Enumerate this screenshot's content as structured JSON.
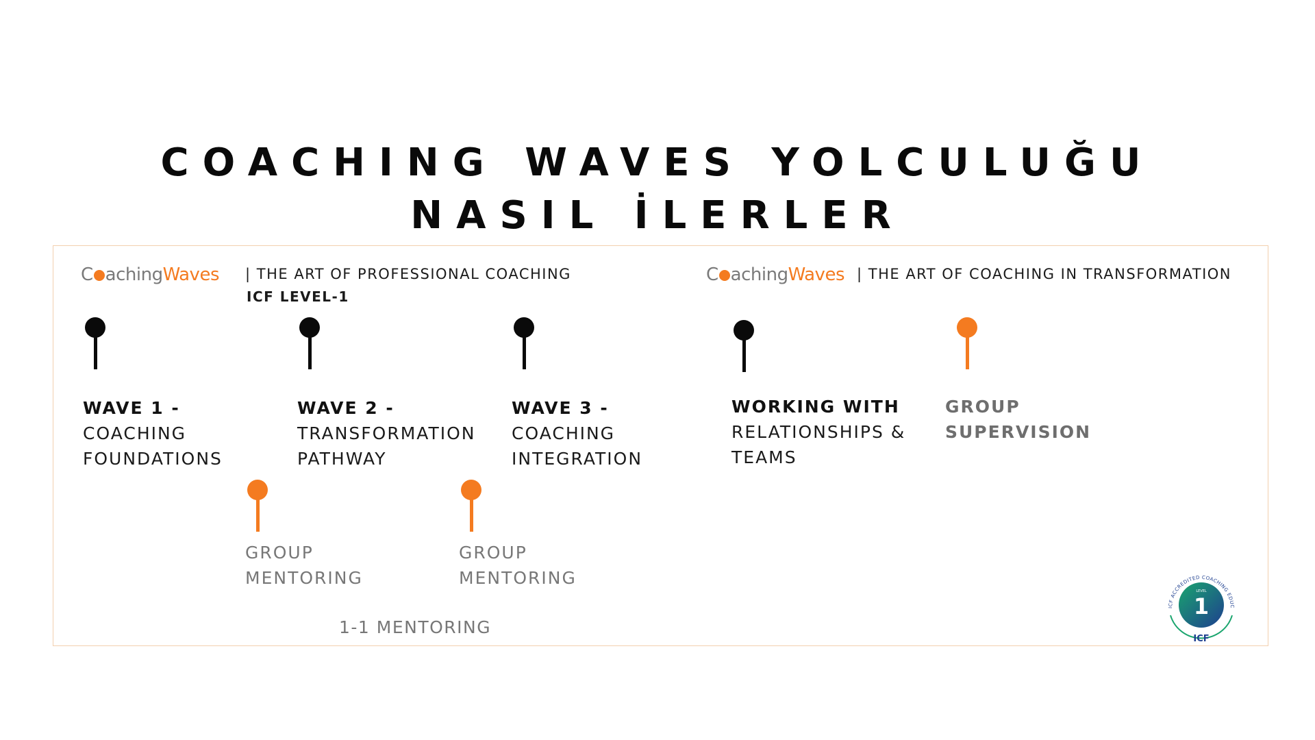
{
  "title": {
    "line1": "COACHING WAVES YOLCULUĞU",
    "line2": "NASIL İLERLER"
  },
  "logo": {
    "part1_pre": "C",
    "part1_post": "aching",
    "part2": "Waves"
  },
  "program_left": {
    "name": "| THE ART OF PROFESSIONAL COACHING",
    "level": "ICF LEVEL-1"
  },
  "program_right": {
    "name": "| THE ART OF COACHING IN TRANSFORMATION"
  },
  "stages": [
    {
      "line1": "WAVE 1 -",
      "line2": "COACHING",
      "line3": "FOUNDATIONS"
    },
    {
      "line1": "WAVE 2 -",
      "line2": "TRANSFORMATION",
      "line3": "PATHWAY"
    },
    {
      "line1": "WAVE 3 -",
      "line2": "COACHING",
      "line3": "INTEGRATION"
    },
    {
      "line1": "WORKING WITH",
      "line2": "RELATIONSHIPS &",
      "line3": "TEAMS"
    },
    {
      "line1": "GROUP",
      "line2": "SUPERVISION"
    }
  ],
  "mentoring": [
    {
      "line1": "GROUP",
      "line2": "MENTORING"
    },
    {
      "line1": "GROUP",
      "line2": "MENTORING"
    }
  ],
  "one_to_one": "1-1 MENTORING",
  "badge": {
    "ring_text": "ICF ACCREDITED COACHING EDUCATION",
    "level_word": "LEVEL",
    "level_number": "1",
    "org": "ICF"
  },
  "colors": {
    "accent": "#f47b20",
    "dark": "#0a0a0a",
    "muted": "#777777",
    "frame": "#f3cfae",
    "badge_blue": "#1e3f8f",
    "badge_green": "#1aa56e"
  }
}
